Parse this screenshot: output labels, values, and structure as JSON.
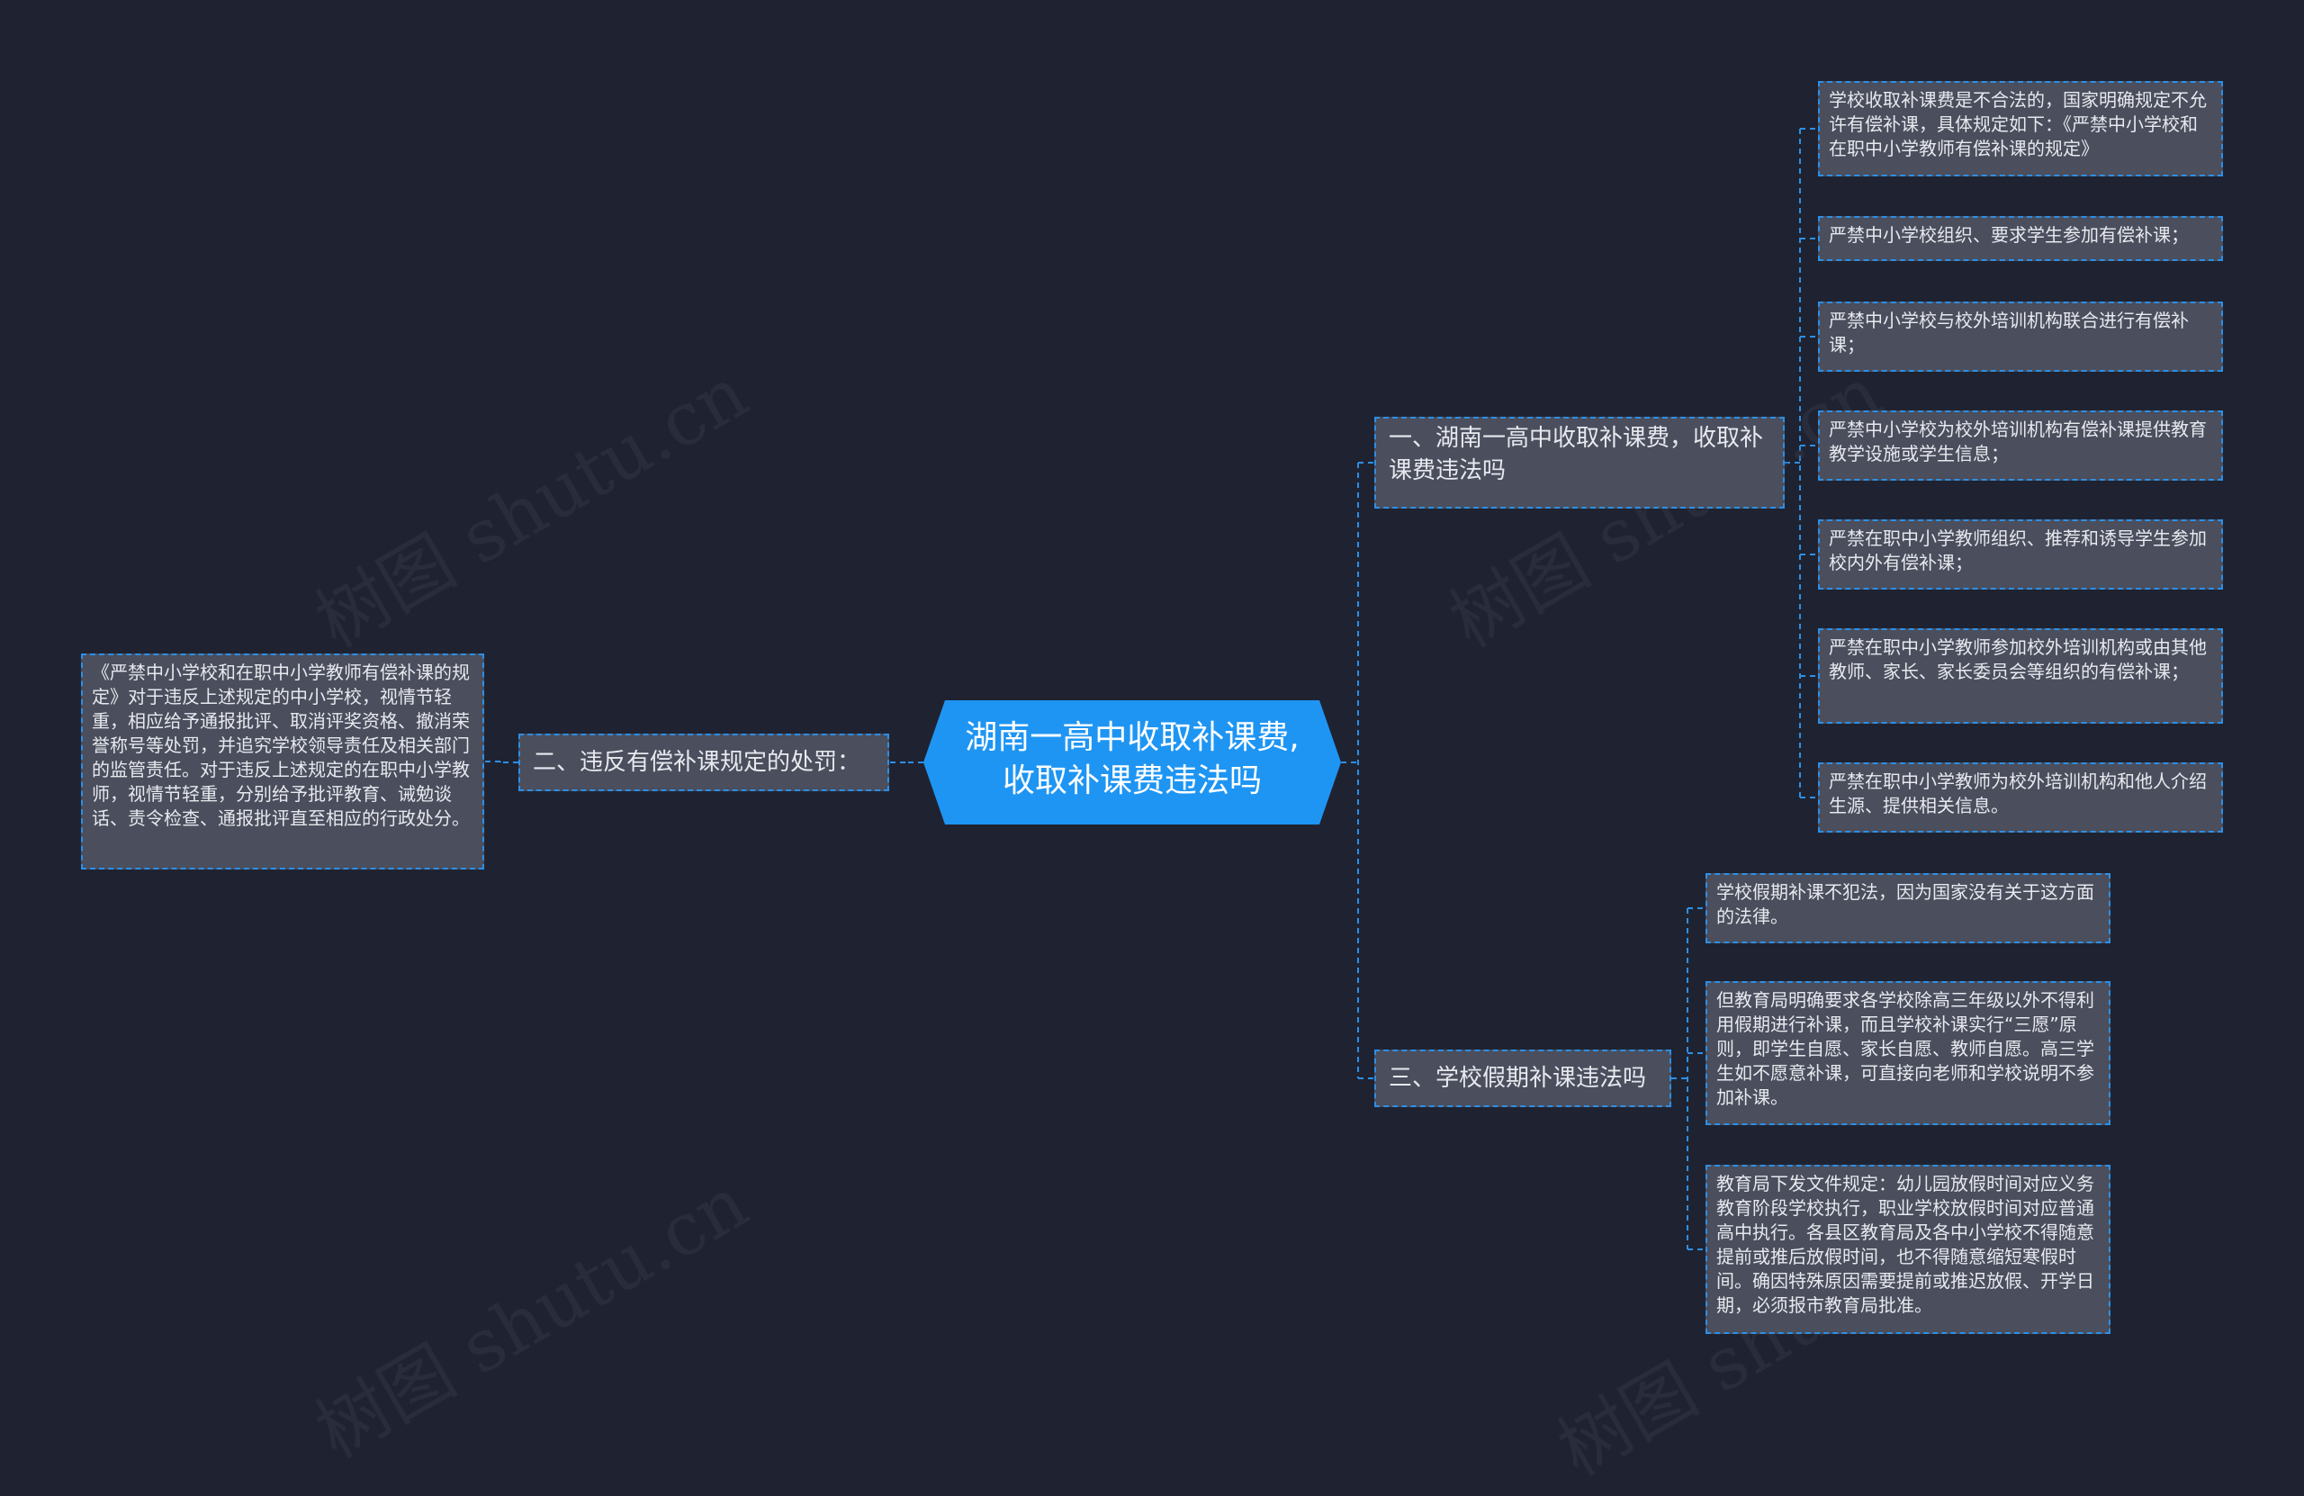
{
  "colors": {
    "background": "#1f2331",
    "root_fill": "#1e95f3",
    "node_fill": "#4a4e5d",
    "border": "#2d8fe6",
    "text": "#e7e9ee"
  },
  "watermark": "树图 shutu.cn",
  "root": {
    "title": "湖南一高中收取补课费,收取补课费违法吗"
  },
  "left_branch": {
    "title": "二、违反有偿补课规定的处罚：",
    "leaves": [
      "《严禁中小学校和在职中小学教师有偿补课的规定》对于违反上述规定的中小学校，视情节轻重，相应给予通报批评、取消评奖资格、撤消荣誉称号等处罚，并追究学校领导责任及相关部门的监管责任。对于违反上述规定的在职中小学教师，视情节轻重，分别给予批评教育、诫勉谈话、责令检查、通报批评直至相应的行政处分。"
    ]
  },
  "right_branches": [
    {
      "title": "一、湖南一高中收取补课费，收取补课费违法吗",
      "leaves": [
        "学校收取补课费是不合法的，国家明确规定不允许有偿补课，具体规定如下：《严禁中小学校和在职中小学教师有偿补课的规定》",
        "严禁中小学校组织、要求学生参加有偿补课；",
        "严禁中小学校与校外培训机构联合进行有偿补课；",
        "严禁中小学校为校外培训机构有偿补课提供教育教学设施或学生信息；",
        "严禁在职中小学教师组织、推荐和诱导学生参加校内外有偿补课；",
        "严禁在职中小学教师参加校外培训机构或由其他教师、家长、家长委员会等组织的有偿补课；",
        "严禁在职中小学教师为校外培训机构和他人介绍生源、提供相关信息。"
      ]
    },
    {
      "title": "三、学校假期补课违法吗",
      "leaves": [
        "学校假期补课不犯法，因为国家没有关于这方面的法律。",
        "但教育局明确要求各学校除高三年级以外不得利用假期进行补课，而且学校补课实行“三愿”原则，即学生自愿、家长自愿、教师自愿。高三学生如不愿意补课，可直接向老师和学校说明不参加补课。",
        "教育局下发文件规定：幼儿园放假时间对应义务教育阶段学校执行，职业学校放假时间对应普通高中执行。各县区教育局及各中小学校不得随意提前或推后放假时间，也不得随意缩短寒假时间。确因特殊原因需要提前或推迟放假、开学日期，必须报市教育局批准。"
      ]
    }
  ]
}
